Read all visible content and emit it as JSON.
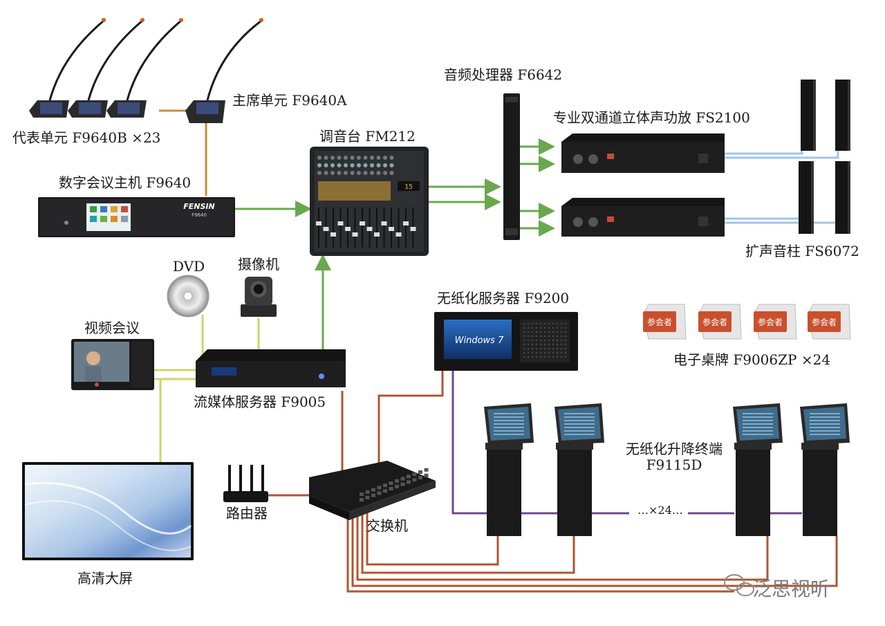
{
  "labels": {
    "delegate_unit": "代表单元 F9640B ×23",
    "chair_unit": "主席单元 F9640A",
    "conference_host": "数字会议主机 F9640",
    "mixer": "调音台 FM212",
    "audio_processor": "音频处理器 F6642",
    "amplifier": "专业双通道立体声功放 FS2100",
    "speaker_column": "扩声音柱 FS6072",
    "dvd": "DVD",
    "camera": "摄像机",
    "video_conference": "视频会议",
    "streaming_server": "流媒体服务器 F9005",
    "paperless_server": "无纸化服务器 F9200",
    "e_nameplate": "电子桌牌 F9006ZP ×24",
    "lift_terminal_line1": "无纸化升降终端",
    "lift_terminal_line2": "F9115D",
    "terminal_count": "…×24…",
    "router": "路由器",
    "switch": "交换机",
    "hd_screen": "高清大屏"
  },
  "device_text": {
    "brand": "FENSIN",
    "host_model": "F9640",
    "nameplate_text": "参会者",
    "os_name": "Windows 7"
  },
  "watermark": "泛思视听",
  "colors": {
    "audio_line": "#6aa84f",
    "network_line": "#b0552f",
    "video_line": "#c8d86a",
    "lan_line": "#6d4a8a",
    "speaker_line": "#9fc5e8",
    "device_dark": "#1d1d1f",
    "nameplate_red": "#c9502e"
  },
  "icons": [
    "microphone-icon",
    "rack-host-icon",
    "mixer-icon",
    "processor-icon",
    "amplifier-icon",
    "speaker-column-icon",
    "dvd-disc-icon",
    "ptz-camera-icon",
    "video-conference-icon",
    "streaming-server-icon",
    "paperless-server-icon",
    "nameplate-icon",
    "lift-terminal-icon",
    "router-icon",
    "switch-icon",
    "display-screen-icon",
    "wechat-icon"
  ]
}
